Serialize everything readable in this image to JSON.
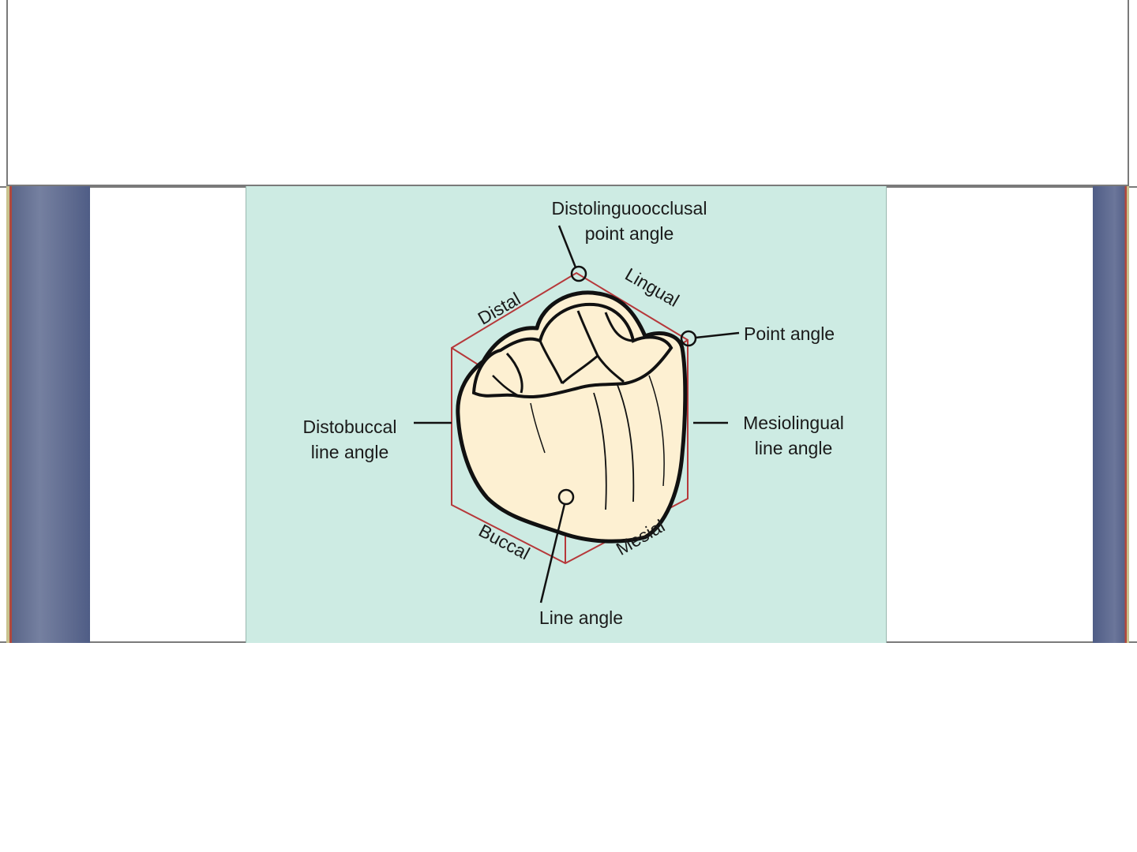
{
  "diagram": {
    "labels": {
      "distolinguoocclusal_line1": "Distolinguoocclusal",
      "distolinguoocclusal_line2": "point angle",
      "lingual": "Lingual",
      "distal": "Distal",
      "point_angle": "Point angle",
      "distobuccal_line1": "Distobuccal",
      "distobuccal_line2": "line angle",
      "mesiolingual_line1": "Mesiolingual",
      "mesiolingual_line2": "line angle",
      "buccal": "Buccal",
      "mesial": "Mesial",
      "line_angle": "Line angle"
    },
    "colors": {
      "background": "#cdebe3",
      "tooth": "#fdf0d2",
      "box_lines": "#b6383a",
      "outline": "#111111"
    }
  }
}
